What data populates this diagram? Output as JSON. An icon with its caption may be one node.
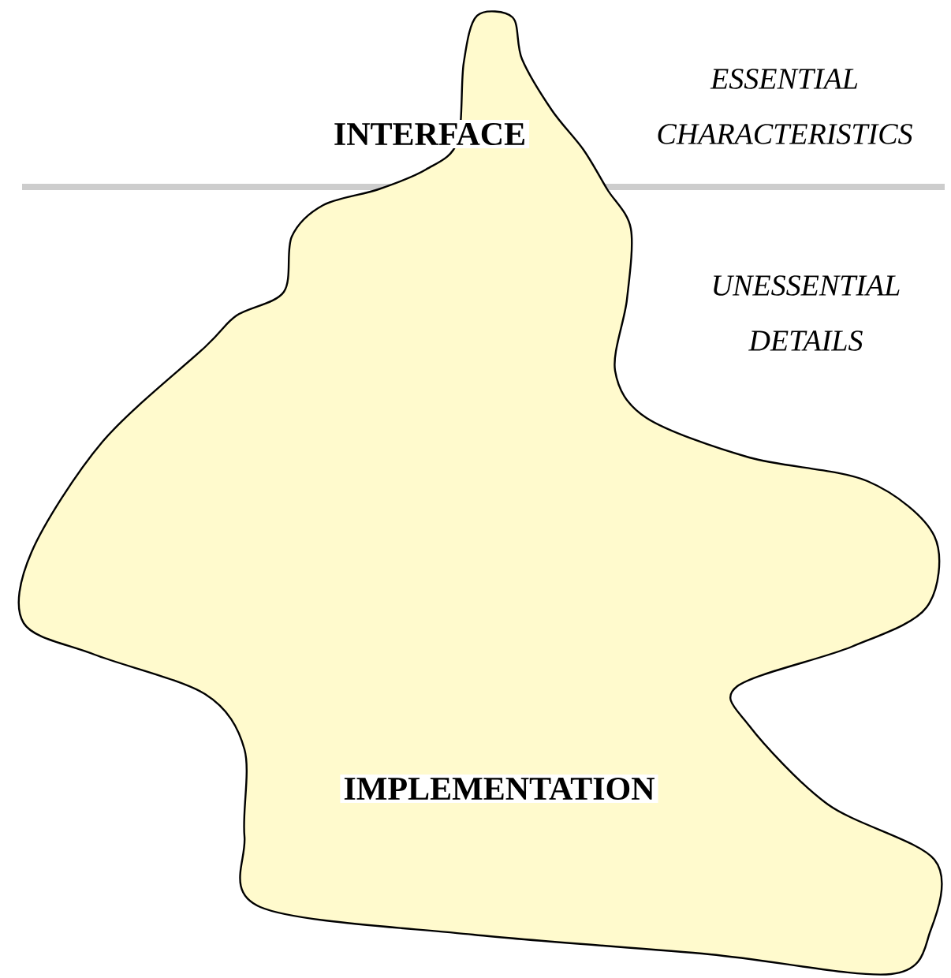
{
  "diagram": {
    "nodes": [
      {
        "text": [
          "INTERFACE",
          "IMPLEMENTATION"
        ]
      }
    ],
    "labels": [
      "ESSENTIAL CHARACTERISTICS",
      "UNESSENTIAL DETAILS"
    ]
  }
}
